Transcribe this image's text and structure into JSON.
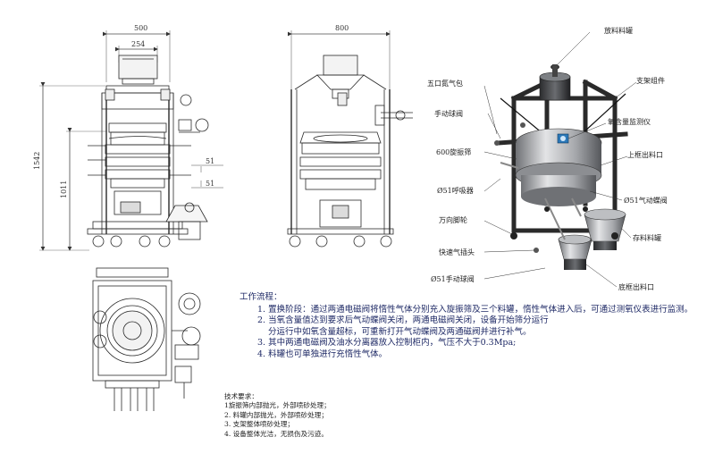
{
  "dimensions": {
    "front_width": "500",
    "inner_width": "254",
    "height": "1542",
    "mid_height": "1011",
    "offset_upper": "51",
    "offset_lower": "51",
    "side_width": "800"
  },
  "callouts": {
    "l1": "五口氮气包",
    "l2": "手动球阀",
    "l3": "600旋振筛",
    "l4": "Ø51呼吸器",
    "l5": "万向脚轮",
    "l6": "快速气插头",
    "l7": "Ø51手动球阀",
    "r1": "放料料罐",
    "r2": "支架组件",
    "r3": "氧含量监测仪",
    "r4": "上框出料口",
    "r5": "Ø51气动蝶阀",
    "r6": "存料料罐",
    "r7": "底框出料口"
  },
  "process_notes": {
    "title": "工作流程：",
    "lines": [
      "1. 置换阶段：通过两通电磁阀将惰性气体分别充入旋振筛及三个料罐，惰性气体进入后，可通过测氧仪表进行监测。",
      "2. 当氧含量值达到要求后气动蝶阀关闭，两通电磁阀关闭，设备开始筛分运行",
      "分运行中如氧含量超标，可重新打开气动蝶阀及两通磁阀并进行补气。",
      "3. 其中两通电磁阀及油水分离器放入控制柜内，气压不大于0.3Mpa;",
      "4. 料罐也可单独进行充惰性气体。"
    ]
  },
  "tech_requirements": {
    "title": "技术要求：",
    "lines": [
      "1旋振筛内部抛光，外部喷砂处理；",
      "2. 料罐内部抛光，外部喷砂处理；",
      "3. 支架整体喷砂处理；",
      "4. 设备整体光洁，无损伤及污迹。"
    ]
  },
  "colors": {
    "line": "#2a2a2a",
    "dim_line": "#4a4a4a",
    "notes_text": "#1f2a66",
    "steel_light": "#d9dadc",
    "steel_mid": "#9a9ca0",
    "steel_dark": "#3a3b3e",
    "valve_blue": "#2b78b8"
  }
}
